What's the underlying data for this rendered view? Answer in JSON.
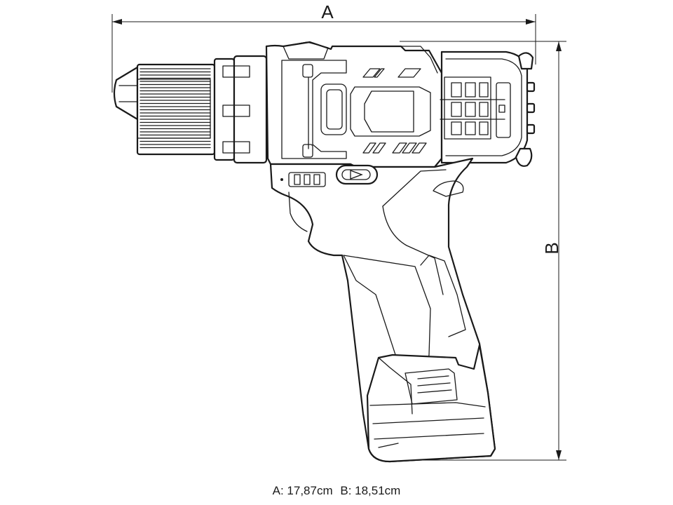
{
  "dimensions": {
    "a_label": "A",
    "b_label": "B"
  },
  "caption": {
    "a_text": "A: 17,87cm",
    "b_text": "B: 18,51cm"
  }
}
